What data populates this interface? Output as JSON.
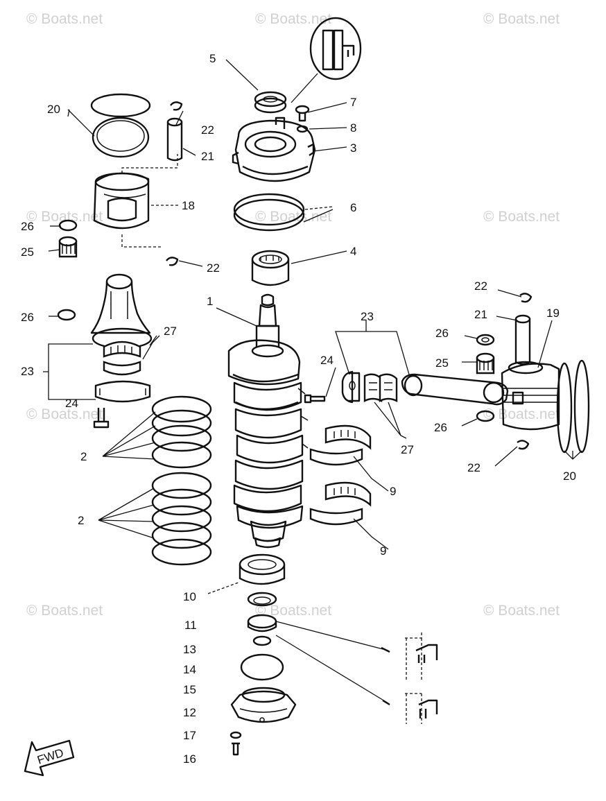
{
  "watermark": "© Boats.net",
  "fwd_label": "FWD",
  "callouts": {
    "c1": "1",
    "c2a": "2",
    "c2b": "2",
    "c3": "3",
    "c4": "4",
    "c5": "5",
    "c6": "6",
    "c7": "7",
    "c8": "8",
    "c9a": "9",
    "c9b": "9",
    "c10": "10",
    "c11": "11",
    "c12": "12",
    "c13": "13",
    "c14": "14",
    "c15": "15",
    "c16": "16",
    "c17": "17",
    "c18": "18",
    "c19": "19",
    "c20a": "20",
    "c20b": "20",
    "c21a": "21",
    "c21b": "21",
    "c22a": "22",
    "c22b": "22",
    "c22c": "22",
    "c22d": "22",
    "c23a": "23",
    "c23b": "23",
    "c24a": "24",
    "c24b": "24",
    "c25a": "25",
    "c25b": "25",
    "c26a": "26",
    "c26b": "26",
    "c26c": "26",
    "c26d": "26",
    "c27a": "27",
    "c27b": "27"
  }
}
